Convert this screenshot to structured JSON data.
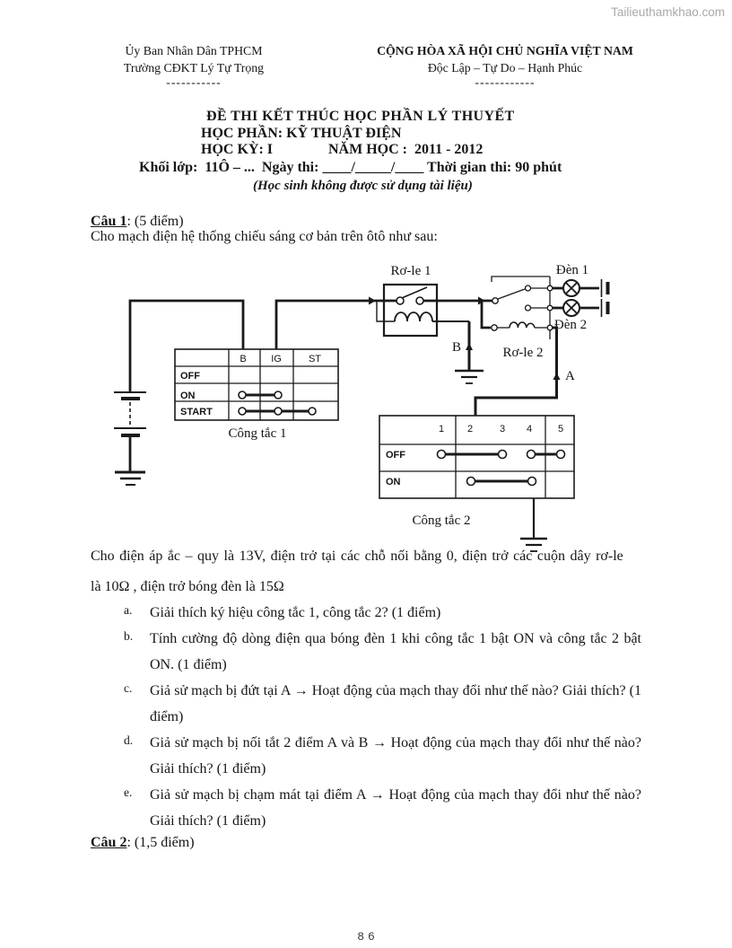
{
  "watermark": "Tailieuthamkhao.com",
  "header": {
    "left": {
      "line1": "Ủy Ban Nhân Dân TPHCM",
      "line2": "Trường CĐKT Lý Tự Trọng",
      "dashes": "-----------"
    },
    "right": {
      "line1": "CỘNG HÒA XÃ HỘI CHỦ NGHĨA VIỆT NAM",
      "line2": "Độc Lập – Tự Do – Hạnh Phúc",
      "dashes": "------------"
    }
  },
  "title": {
    "line1": "ĐỀ THI KẾT THÚC HỌC PHẦN LÝ THUYẾT",
    "line2": "HỌC PHẦN: KỸ THUẬT ĐIỆN",
    "line3a": "HỌC KỲ: I",
    "line3b": "NĂM HỌC :  2011 - 2012",
    "line4": "Khối lớp:  11Ô – ...  Ngày thi: ____/_____/____ Thời gian thi: 90 phút",
    "line5": "(Học sinh không được sử dụng tài liệu)"
  },
  "question1": {
    "label": "Câu 1",
    "points": ": (5 điểm)",
    "intro": "Cho mạch điện hệ thống chiếu sáng cơ bản trên ôtô như sau:"
  },
  "diagram": {
    "relay1_label": "Rơ-le 1",
    "relay2_label": "Rơ-le 2",
    "lamp1_label": "Đèn 1",
    "lamp2_label": "Đèn 2",
    "point_a": "A",
    "point_b": "B",
    "switch1": {
      "caption": "Công tắc 1",
      "columns": [
        "B",
        "IG",
        "ST"
      ],
      "rows": [
        "OFF",
        "ON",
        "START"
      ]
    },
    "switch2": {
      "caption": "Công tắc 2",
      "columns": [
        "1",
        "2",
        "3",
        "4",
        "5"
      ],
      "rows": [
        "OFF",
        "ON"
      ]
    }
  },
  "question1_body": {
    "para1": "Cho điện áp ắc – quy là 13V, điện trở tại các chỗ nối bằng 0, điện trở các cuộn dây rơ-le",
    "para2": "là 10Ω , điện trở bóng đèn là 15Ω",
    "items": [
      {
        "letter": "a.",
        "text": "Giải thích ký hiệu công tắc 1, công tắc 2? (1 điểm)"
      },
      {
        "letter": "b.",
        "text": "Tính cường độ dòng điện qua bóng đèn 1 khi công tắc 1 bật ON và công tắc 2 bật ON. (1 điểm)"
      },
      {
        "letter": "c.",
        "text": "Giả sử mạch bị đứt tại A → Hoạt động của mạch thay đổi như thế nào? Giải thích? (1 điểm)"
      },
      {
        "letter": "d.",
        "text": "Giả sử mạch bị nối tắt 2 điểm A và B → Hoạt động của mạch thay đổi như thế nào? Giải thích? (1 điểm)"
      },
      {
        "letter": "e.",
        "text": "Giả sử mạch bị chạm mát tại điểm A → Hoạt động của mạch thay đổi như thế nào? Giải thích? (1 điểm)"
      }
    ]
  },
  "question2": {
    "label": "Câu 2",
    "points": ": (1,5 điểm)"
  },
  "page_number": "86"
}
